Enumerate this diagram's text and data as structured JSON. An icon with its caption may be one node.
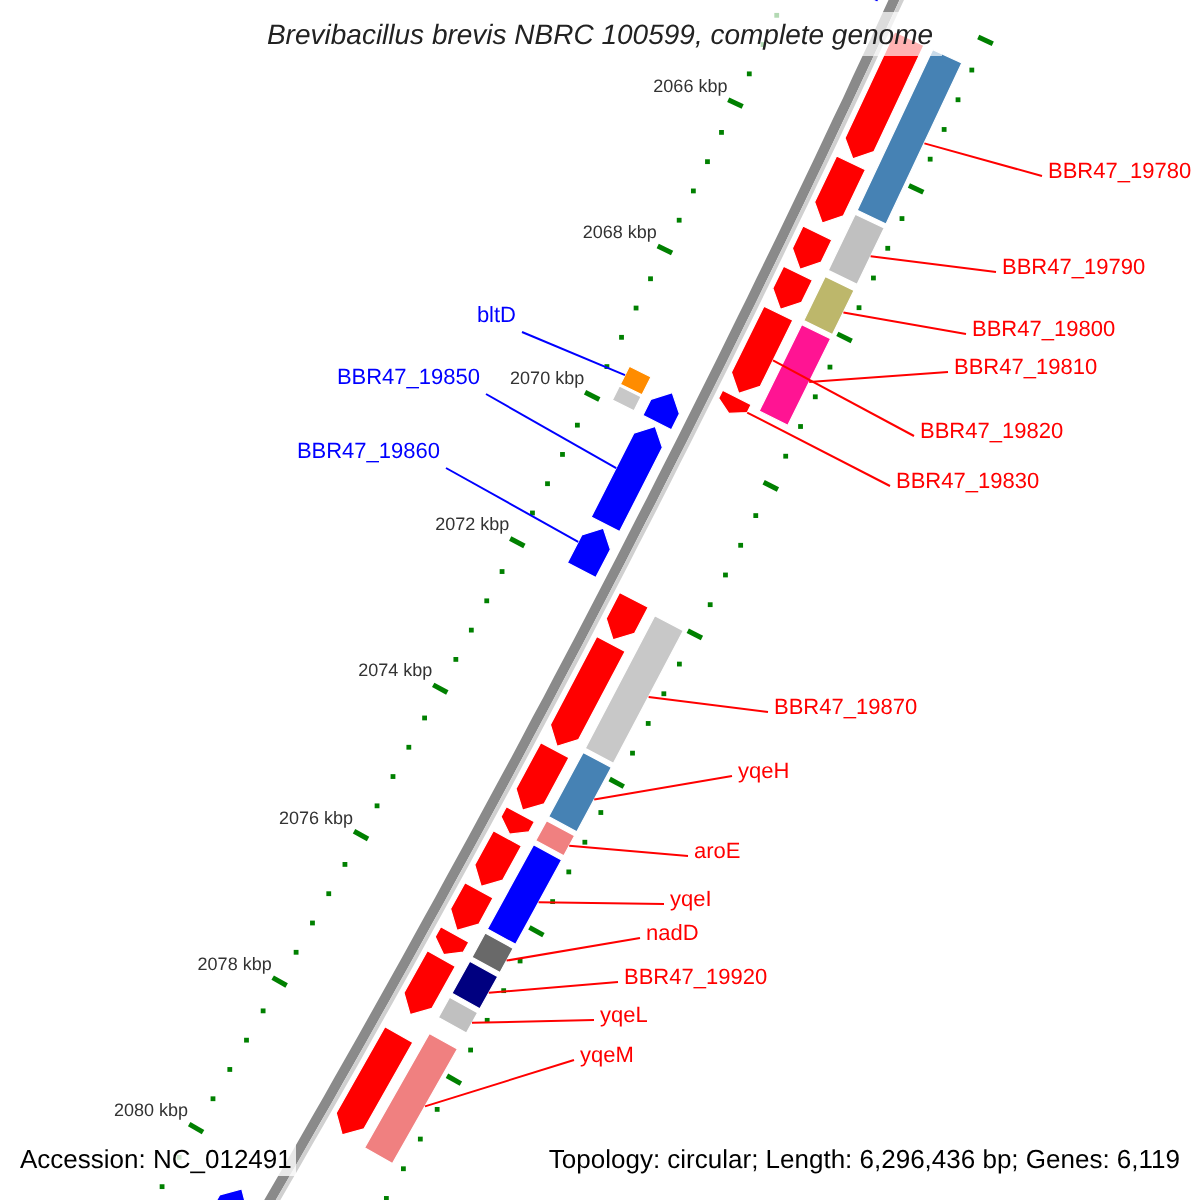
{
  "diagram": {
    "title": "Brevibacillus brevis NBRC 100599, complete genome",
    "nodes": [
      {
        "text": [
          "BBR47_19780"
        ]
      },
      {
        "text": [
          "BBR47_19790"
        ]
      },
      {
        "text": [
          "bltD"
        ]
      },
      {
        "text": [
          "BBR47_19800"
        ]
      },
      {
        "text": [
          "BBR47_19810"
        ]
      },
      {
        "text": [
          "BBR47_19850"
        ]
      },
      {
        "text": [
          "BBR47_19820"
        ]
      },
      {
        "text": [
          "BBR47_19860"
        ]
      },
      {
        "text": [
          "BBR47_19830"
        ]
      },
      {
        "text": [
          "BBR47_19870"
        ]
      },
      {
        "text": [
          "yqeH"
        ]
      },
      {
        "text": [
          "aroE"
        ]
      },
      {
        "text": [
          "yqeI"
        ]
      },
      {
        "text": [
          "nadD"
        ]
      },
      {
        "text": [
          "BBR47_19920"
        ]
      },
      {
        "text": [
          "yqeL"
        ]
      },
      {
        "text": [
          "yqeM"
        ]
      },
      {
        "text": [],
        "shape": "box"
      },
      {
        "text": [],
        "shape": "box"
      },
      {
        "text": [],
        "shape": "box"
      },
      {
        "text": [],
        "shape": "box"
      },
      {
        "text": [],
        "shape": "box"
      },
      {
        "text": [],
        "shape": "arrow"
      },
      {
        "text": [],
        "shape": "arrow"
      },
      {
        "text": [],
        "shape": "arrow"
      },
      {
        "text": [],
        "shape": "arrow"
      },
      {
        "text": [],
        "shape": "box"
      },
      {
        "text": [],
        "shape": "box"
      },
      {
        "text": [],
        "shape": "box"
      },
      {
        "text": [],
        "shape": "box"
      },
      {
        "text": [],
        "shape": "box"
      },
      {
        "text": [],
        "shape": "box"
      },
      {
        "text": [],
        "shape": "box"
      },
      {
        "text": [],
        "shape": "box"
      },
      {
        "text": [],
        "shape": "arrow"
      },
      {
        "text": [],
        "shape": "arrow"
      },
      {
        "text": [],
        "shape": "arrow"
      },
      {
        "text": [],
        "shape": "arrow"
      },
      {
        "text": [],
        "shape": "arrow"
      },
      {
        "text": [],
        "shape": "arrow"
      },
      {
        "text": [],
        "shape": "arrow"
      },
      {
        "text": [],
        "shape": "arrow"
      },
      {
        "text": [],
        "shape": "arrow"
      },
      {
        "text": [],
        "shape": "arrow"
      },
      {
        "text": [],
        "shape": "arrow"
      },
      {
        "text": [],
        "shape": "arrow"
      },
      {
        "text": [],
        "shape": "arrow"
      },
      {
        "text": [],
        "shape": "arrow"
      },
      {
        "text": [],
        "shape": "arrow"
      },
      {
        "text": [],
        "shape": "arrow"
      },
      {
        "text": [],
        "shape": "box"
      }
    ],
    "edges": [
      {
        "from": 0,
        "to": 17,
        "arrow": "none"
      },
      {
        "from": 1,
        "to": 18,
        "arrow": "none"
      },
      {
        "from": 2,
        "to": 19,
        "arrow": "none",
        "color": "#0000ff"
      },
      {
        "from": 3,
        "to": 20,
        "arrow": "none"
      },
      {
        "from": 4,
        "to": 21,
        "arrow": "none"
      },
      {
        "from": 5,
        "to": 22,
        "arrow": "none",
        "color": "#0000ff"
      },
      {
        "from": 6,
        "to": 23,
        "arrow": "none"
      },
      {
        "from": 7,
        "to": 24,
        "arrow": "none",
        "color": "#0000ff"
      },
      {
        "from": 8,
        "to": 25,
        "arrow": "none"
      },
      {
        "from": 9,
        "to": 26,
        "arrow": "none"
      },
      {
        "from": 10,
        "to": 27,
        "arrow": "none"
      },
      {
        "from": 11,
        "to": 28,
        "arrow": "none"
      },
      {
        "from": 12,
        "to": 29,
        "arrow": "none"
      },
      {
        "from": 13,
        "to": 30,
        "arrow": "none"
      },
      {
        "from": 14,
        "to": 31,
        "arrow": "none"
      },
      {
        "from": 15,
        "to": 32,
        "arrow": "none"
      },
      {
        "from": 16,
        "to": 33,
        "arrow": "none"
      }
    ],
    "labels": [
      "2066 kbp",
      "2068 kbp",
      "2070 kbp",
      "2072 kbp",
      "2074 kbp",
      "2076 kbp",
      "2078 kbp",
      "2080 kbp",
      "Accession: NC_012491",
      "Topology: circular; Length: 6,296,436 bp; Genes: 6,119"
    ]
  }
}
